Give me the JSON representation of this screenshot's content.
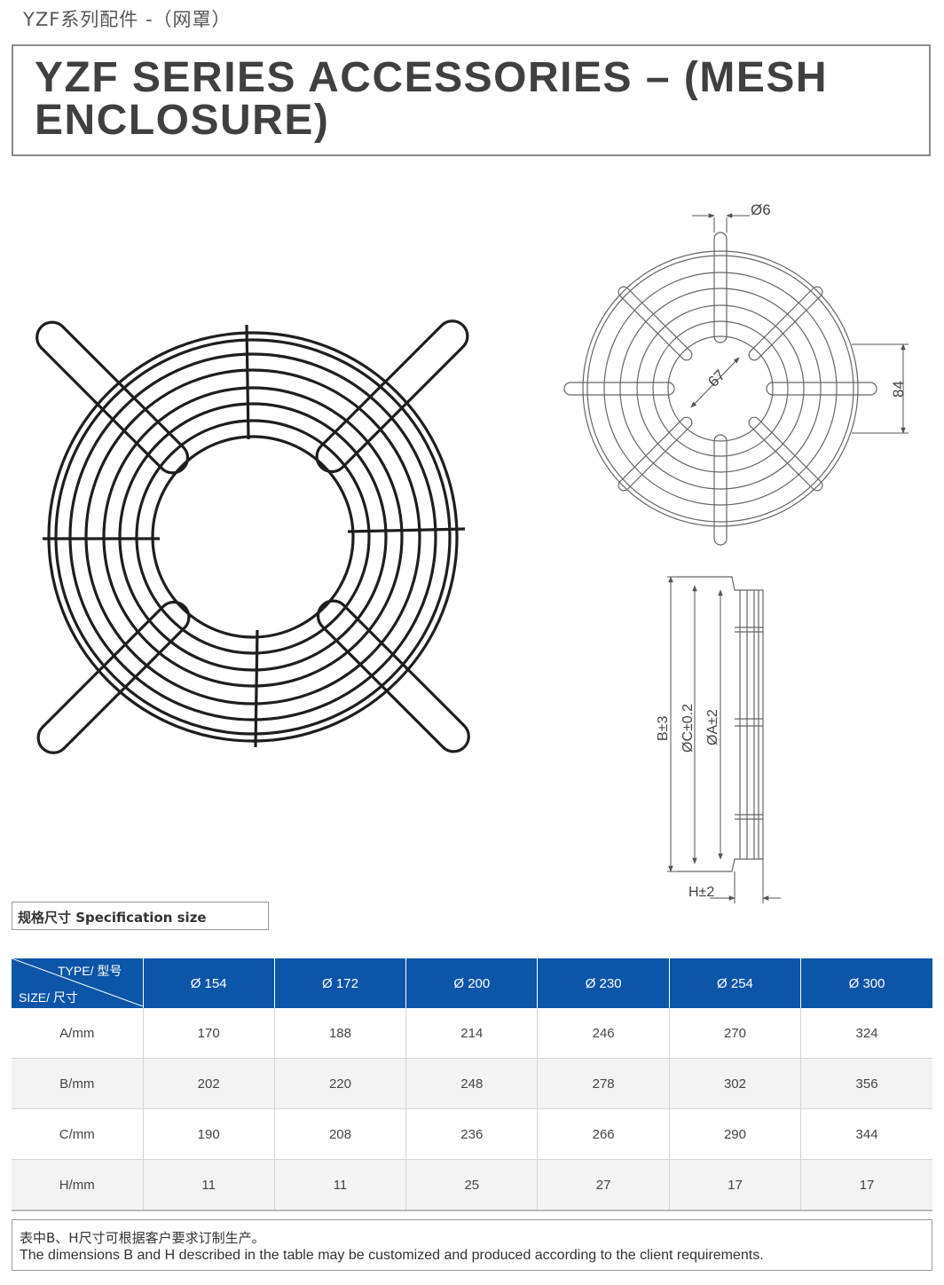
{
  "header": {
    "top_label": "YZF系列配件 -（网罩）",
    "title": "YZF SERIES ACCESSORIES – (MESH ENCLOSURE)"
  },
  "drawing": {
    "phi6": "Ø6",
    "d67": "67",
    "d84": "84",
    "b": "B±3",
    "c": "ØC±0.2",
    "a": "ØA±2",
    "h": "H±2"
  },
  "spec_label": "规格尺寸 Specification size",
  "table": {
    "type_label": "TYPE/   型号",
    "size_label": "SIZE/   尺寸",
    "columns": [
      "Ø  154",
      "Ø  172",
      "Ø  200",
      "Ø  230",
      "Ø  254",
      "Ø  300"
    ],
    "rows": [
      {
        "label": "A/mm",
        "values": [
          "170",
          "188",
          "214",
          "246",
          "270",
          "324"
        ]
      },
      {
        "label": "B/mm",
        "values": [
          "202",
          "220",
          "248",
          "278",
          "302",
          "356"
        ]
      },
      {
        "label": "C/mm",
        "values": [
          "190",
          "208",
          "236",
          "266",
          "290",
          "344"
        ]
      },
      {
        "label": "H/mm",
        "values": [
          "11",
          "11",
          "25",
          "27",
          "17",
          "17"
        ]
      }
    ]
  },
  "note": {
    "cn": "表中B、H尺寸可根据客户要求订制生产。",
    "en": "The dimensions B and H described in the table may be customized and produced according to the client requirements."
  }
}
